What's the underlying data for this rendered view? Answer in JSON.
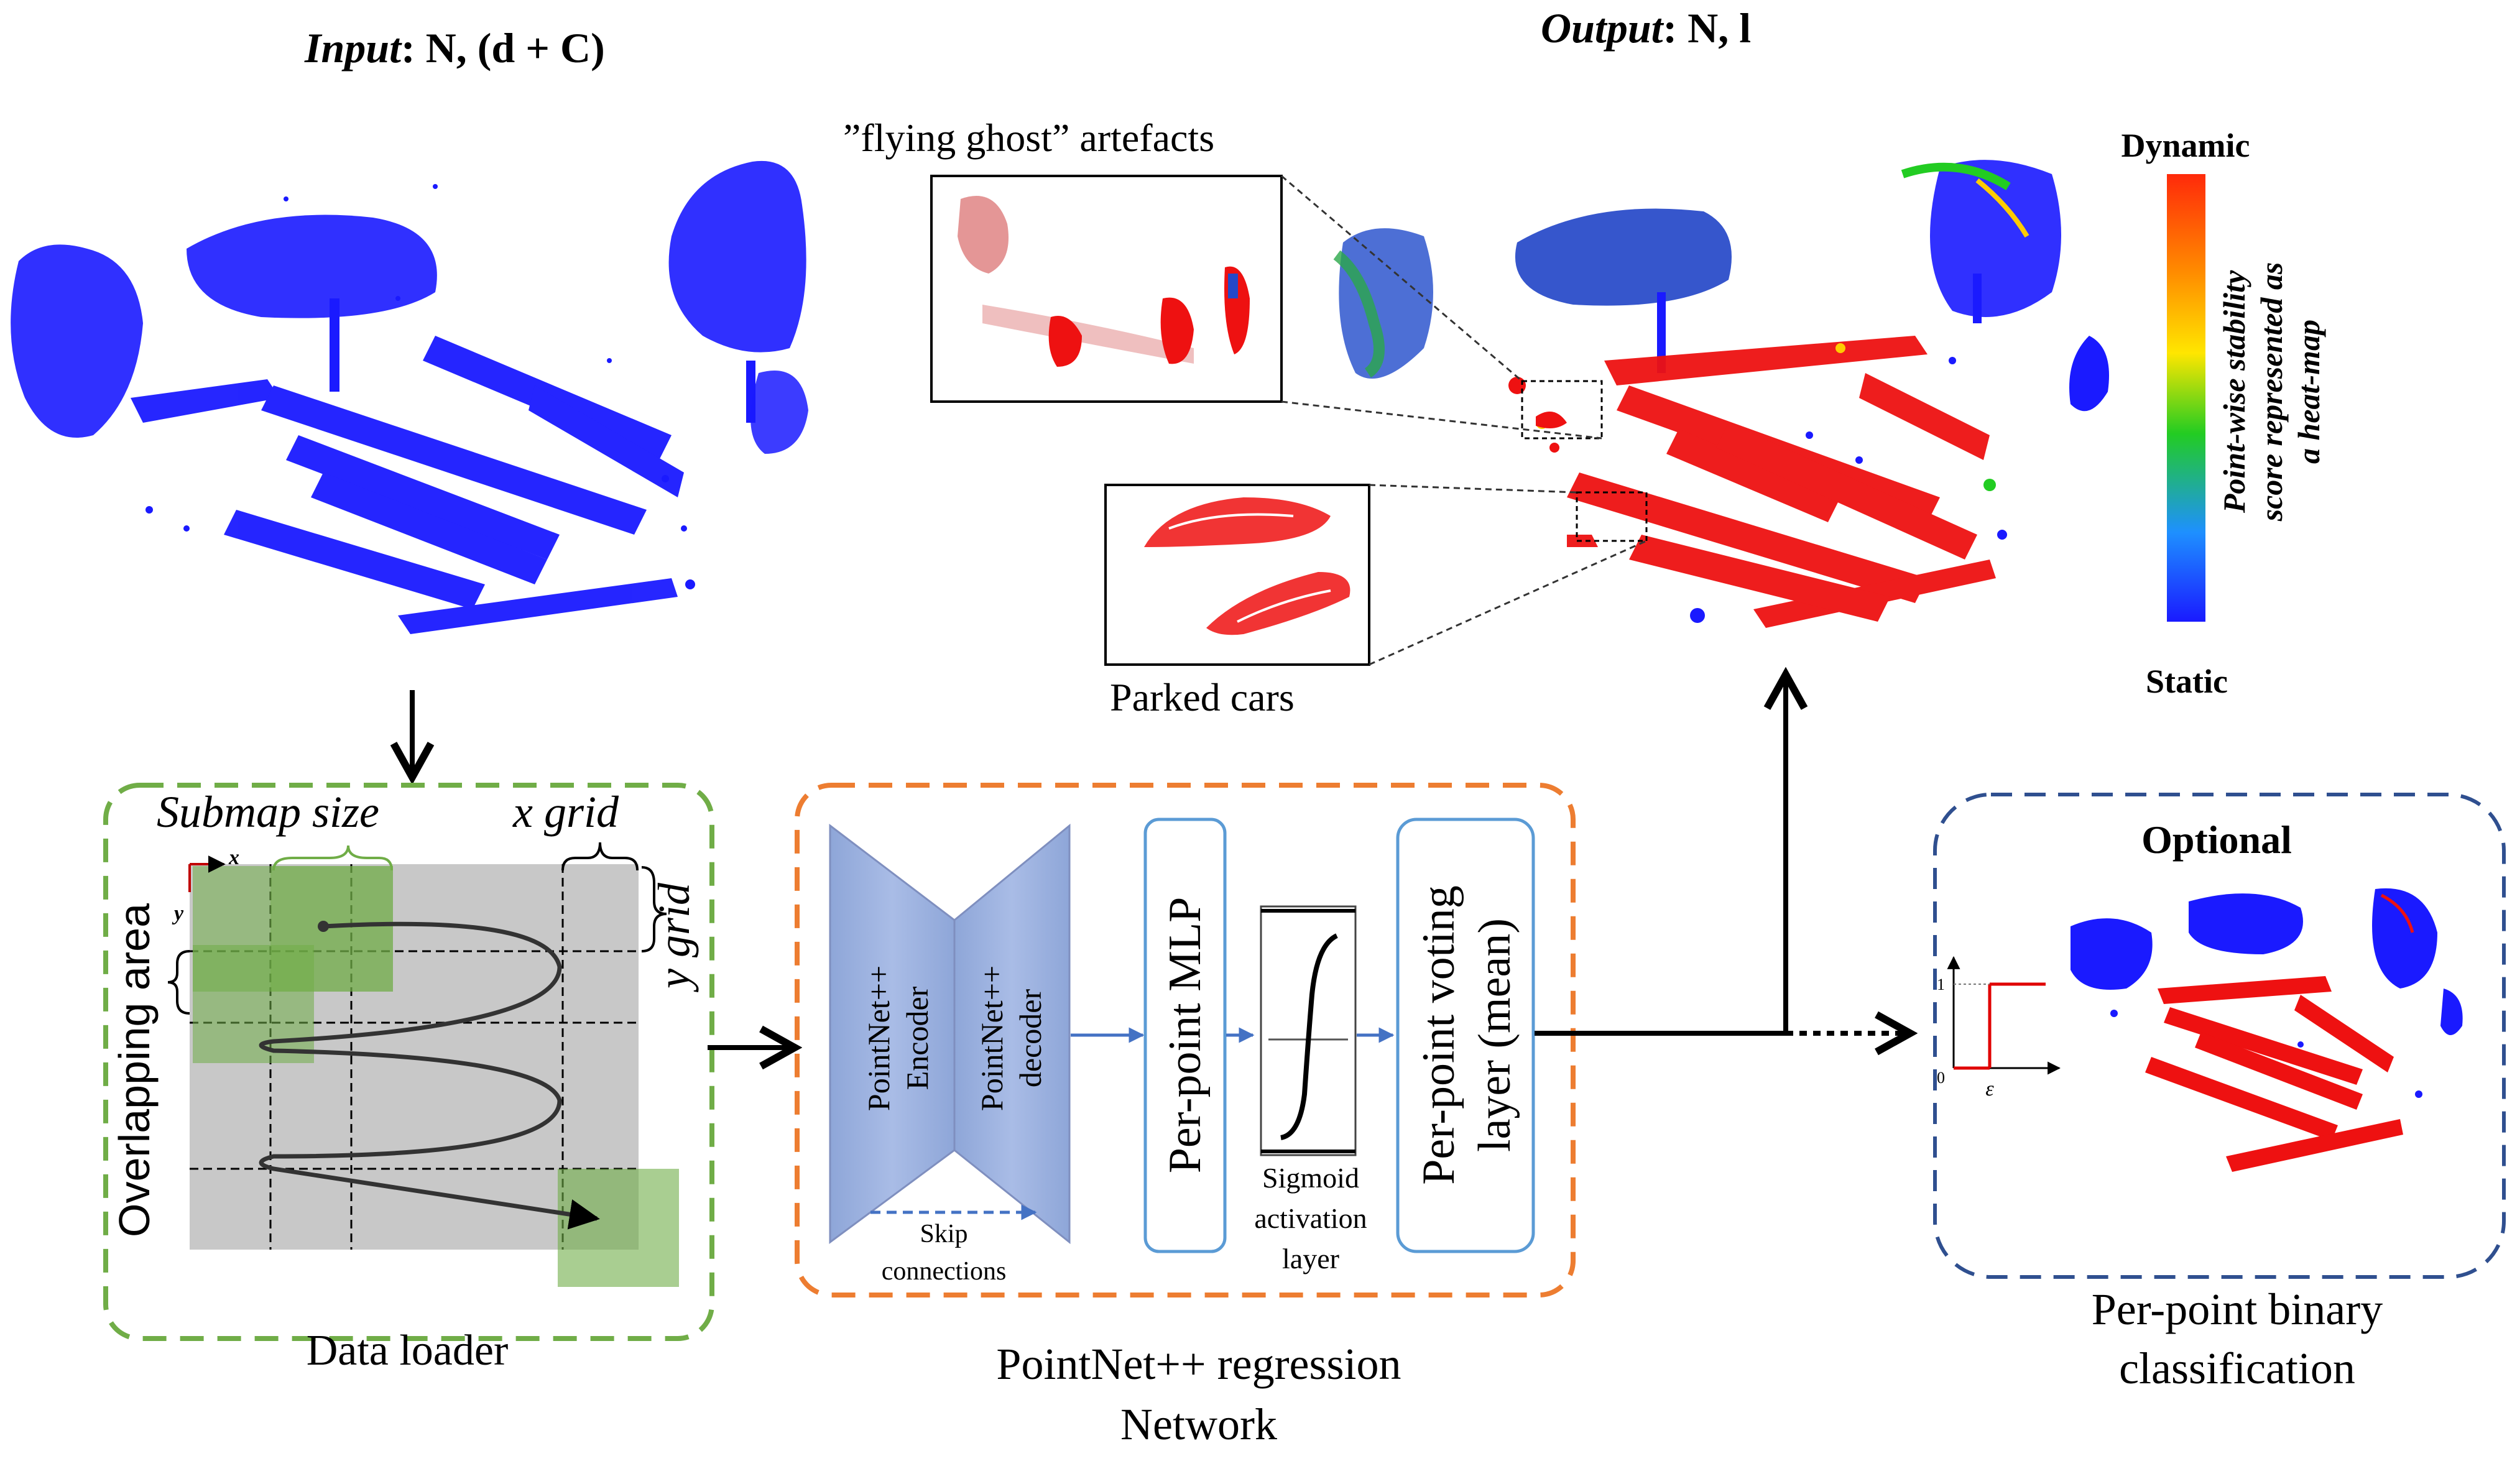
{
  "header": {
    "input_label": "Input",
    "input_math": ": N, (d + C)",
    "output_label": "Output",
    "output_math": ": N, l"
  },
  "annotations": {
    "ghost": "”flying ghost” artefacts",
    "parked": "Parked cars"
  },
  "colorbar": {
    "top": "Dynamic",
    "bottom": "Static",
    "caption_1": "Point-wise stability",
    "caption_2": "score represented as",
    "caption_3": "a heat-map",
    "colors": [
      "#ff2a0a",
      "#ff8c00",
      "#ffe600",
      "#22cc22",
      "#1e90ff",
      "#1a1aff"
    ]
  },
  "data_loader": {
    "title": "Data loader",
    "submap": "Submap size",
    "xgrid": "x grid",
    "ygrid": "y grid",
    "overlap": "Overlapping area",
    "axis_x": "x",
    "axis_y": "y",
    "border_color": "#70ad47"
  },
  "network": {
    "title_1": "PointNet++ regression",
    "title_2": "Network",
    "encoder_1": "PointNet++",
    "encoder_2": "Encoder",
    "decoder_1": "PointNet++",
    "decoder_2": "decoder",
    "skip_1": "Skip",
    "skip_2": "connections",
    "mlp": "Per-point MLP",
    "sigmoid_1": "Sigmoid",
    "sigmoid_2": "activation",
    "sigmoid_3": "layer",
    "voting_1": "Per-point voting",
    "voting_2": "layer (mean)",
    "border_color": "#ed7d31"
  },
  "optional": {
    "title": "Optional",
    "caption_1": "Per-point binary",
    "caption_2": "classification",
    "step_one": "1",
    "step_zero": "0",
    "step_eps": "ε",
    "border_color": "#2f4f8f"
  }
}
